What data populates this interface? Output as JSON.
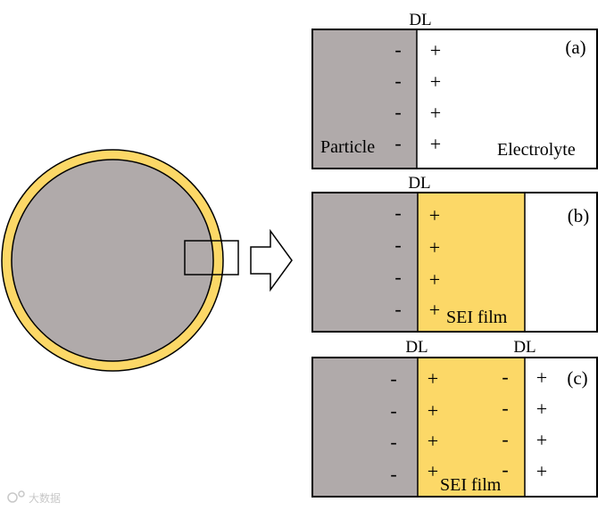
{
  "colors": {
    "particle": "#b0aaaa",
    "sei": "#fcd867",
    "electrolyte": "#ffffff",
    "stroke": "#000000"
  },
  "panels": [
    {
      "id": "a",
      "tag": "(a)",
      "dl_labels": [
        "DL"
      ],
      "particle_label": "Particle",
      "electrolyte_label": "Electrolyte",
      "sei_label": "",
      "charges": {
        "particle_side": "-",
        "electrolyte_side": "+"
      }
    },
    {
      "id": "b",
      "tag": "(b)",
      "dl_labels": [
        "DL"
      ],
      "sei_label": "SEI film",
      "charges": {
        "particle_side": "-",
        "sei_side": "+"
      }
    },
    {
      "id": "c",
      "tag": "(c)",
      "dl_labels": [
        "DL",
        "DL"
      ],
      "sei_label": "SEI film",
      "charges": {
        "particle_side": "-",
        "sei_inner": "+",
        "sei_outer": "-",
        "electrolyte_side": "+"
      }
    }
  ],
  "watermark": "大数据"
}
